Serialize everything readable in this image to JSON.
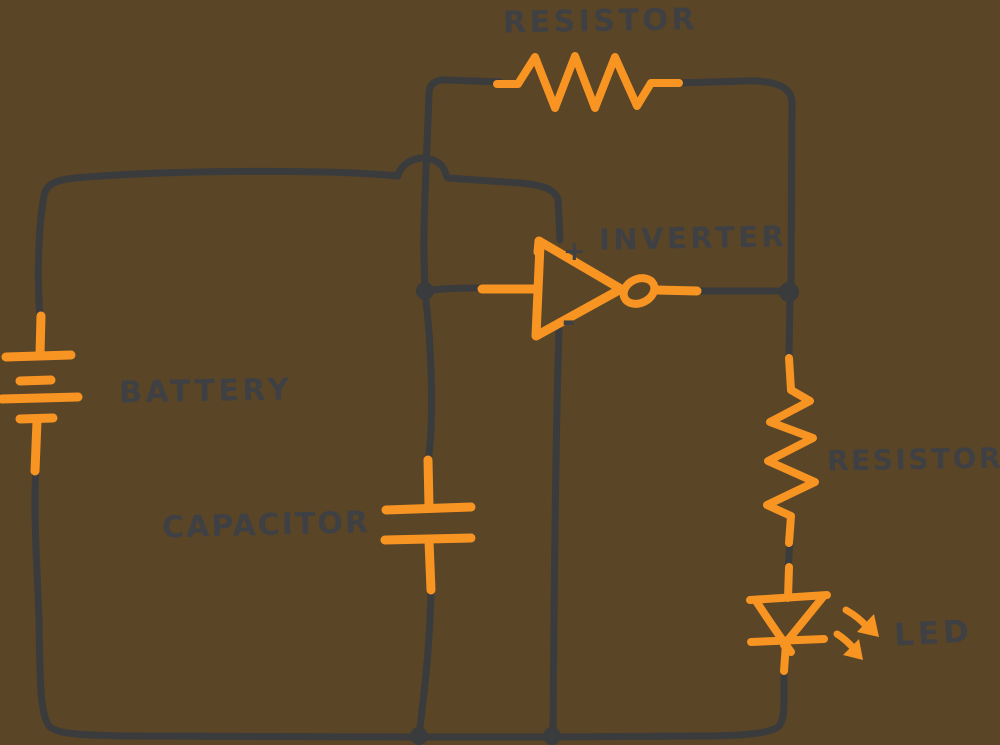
{
  "colors": {
    "background": "#5a4527",
    "wire": "#3a3b3c",
    "component": "#f79422",
    "label": "#3f4043"
  },
  "labels": {
    "resistor_top": "RESISTOR",
    "inverter": "INVERTER",
    "inverter_plus": "+",
    "inverter_minus": "-",
    "battery": "BATTERY",
    "capacitor": "CAPACITOR",
    "resistor_right": "RESISTOR",
    "led": "LED"
  },
  "diagram": {
    "type": "circuit-schematic",
    "components": [
      "battery",
      "capacitor",
      "inverter",
      "feedback resistor",
      "series resistor",
      "LED"
    ]
  }
}
